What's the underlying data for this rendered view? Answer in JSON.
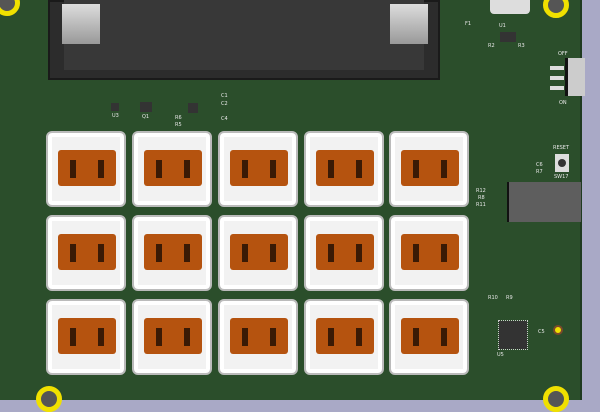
{
  "board": {
    "colors": {
      "soldermask": "#2b4e2b",
      "silkscreen": "#e8e8e8",
      "keycap_stem": "#b5530f",
      "mounting_ring": "#f0e000",
      "background": "#a9a9c6"
    }
  },
  "silkscreen": {
    "top": [
      "F1",
      "U1",
      "R2",
      "R3"
    ],
    "power_switch": {
      "off": "OFF",
      "on": "ON"
    },
    "reset": {
      "label": "RESET",
      "ref": "SW17",
      "caps": [
        "C6",
        "R7"
      ]
    },
    "mid": [
      "U3",
      "Q1",
      "C1",
      "C2",
      "C4",
      "R6",
      "R5"
    ],
    "right": [
      "R12",
      "R8",
      "R11",
      "R10",
      "R9",
      "U5",
      "C5"
    ]
  },
  "key_grid": {
    "rows": 3,
    "cols": 5
  }
}
